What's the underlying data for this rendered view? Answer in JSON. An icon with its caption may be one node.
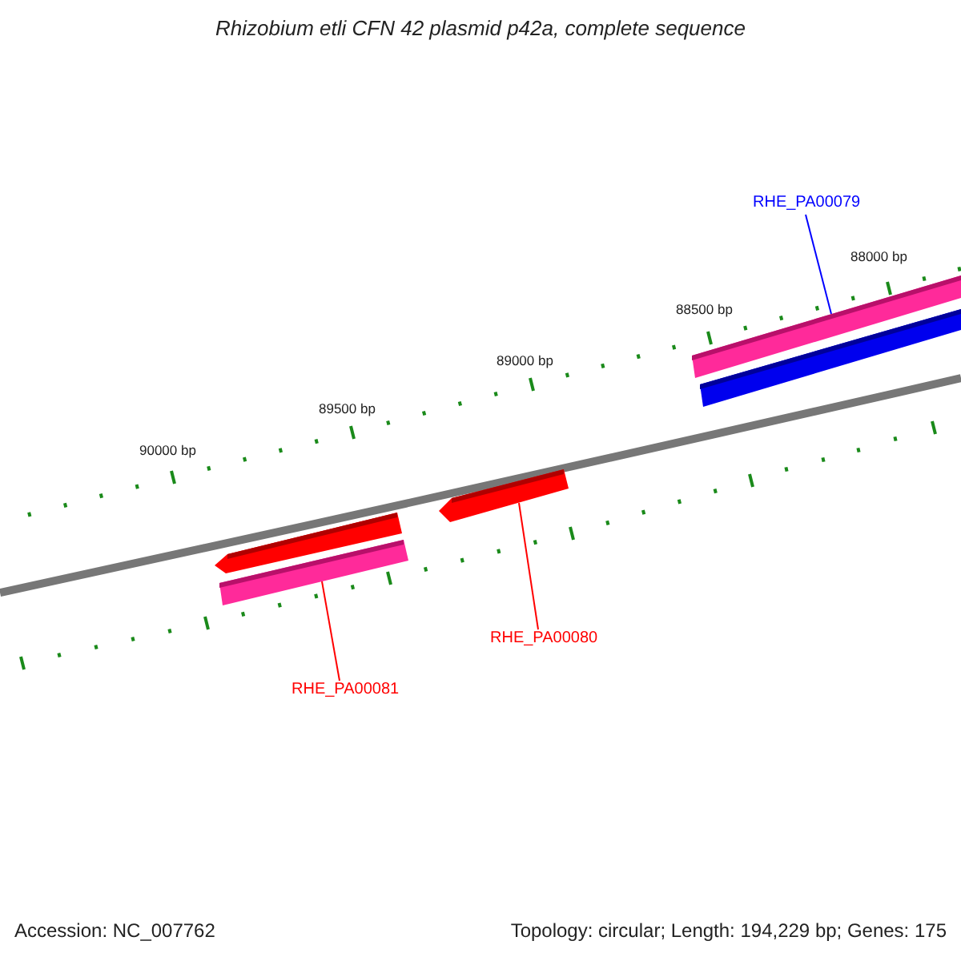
{
  "diagram": {
    "title": "Rhizobium etli CFN 42 plasmid p42a, complete sequence",
    "nodes": [
      {
        "text": [
          "RHE_PA00079"
        ]
      },
      {
        "text": [],
        "shape": "bar"
      },
      {
        "text": [],
        "shape": "bar"
      },
      {
        "text": [],
        "shape": "bar"
      },
      {
        "text": [],
        "shape": "bar"
      },
      {
        "text": [],
        "shape": "bar"
      },
      {
        "text": [
          "RHE_PA00080"
        ]
      },
      {
        "text": [
          "RHE_PA00081"
        ]
      }
    ],
    "edges": [
      {
        "from": 0,
        "to": 1,
        "arrow": "none",
        "color": "#0000ff"
      },
      {
        "from": 6,
        "to": 3,
        "arrow": "none"
      },
      {
        "from": 7,
        "to": 5,
        "arrow": "none"
      }
    ],
    "labels": [
      "88000 bp",
      "88500 bp",
      "89000 bp",
      "89500 bp",
      "90000 bp",
      "Accession: NC_007762",
      "Topology: circular; Length: 194,229 bp; Genes: 175"
    ]
  }
}
